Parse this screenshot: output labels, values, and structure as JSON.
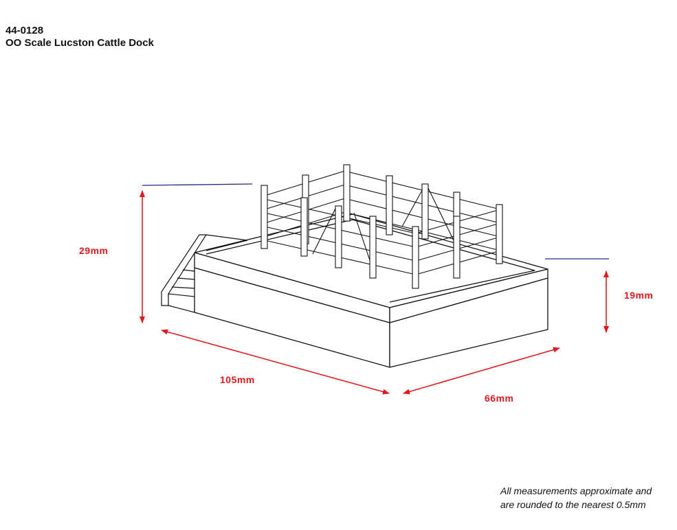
{
  "header": {
    "product_code": "44-0128",
    "product_name": "OO Scale Lucston Cattle Dock"
  },
  "dimensions": {
    "height_total": "29mm",
    "height_base": "19mm",
    "length": "105mm",
    "width": "66mm"
  },
  "note": {
    "line1": "All measurements approximate and",
    "line2": "are rounded to the nearest 0.5mm"
  },
  "colors": {
    "dimension_arrow": "#e0191e",
    "reference_line": "#1a2a7a",
    "outline": "#111111"
  }
}
